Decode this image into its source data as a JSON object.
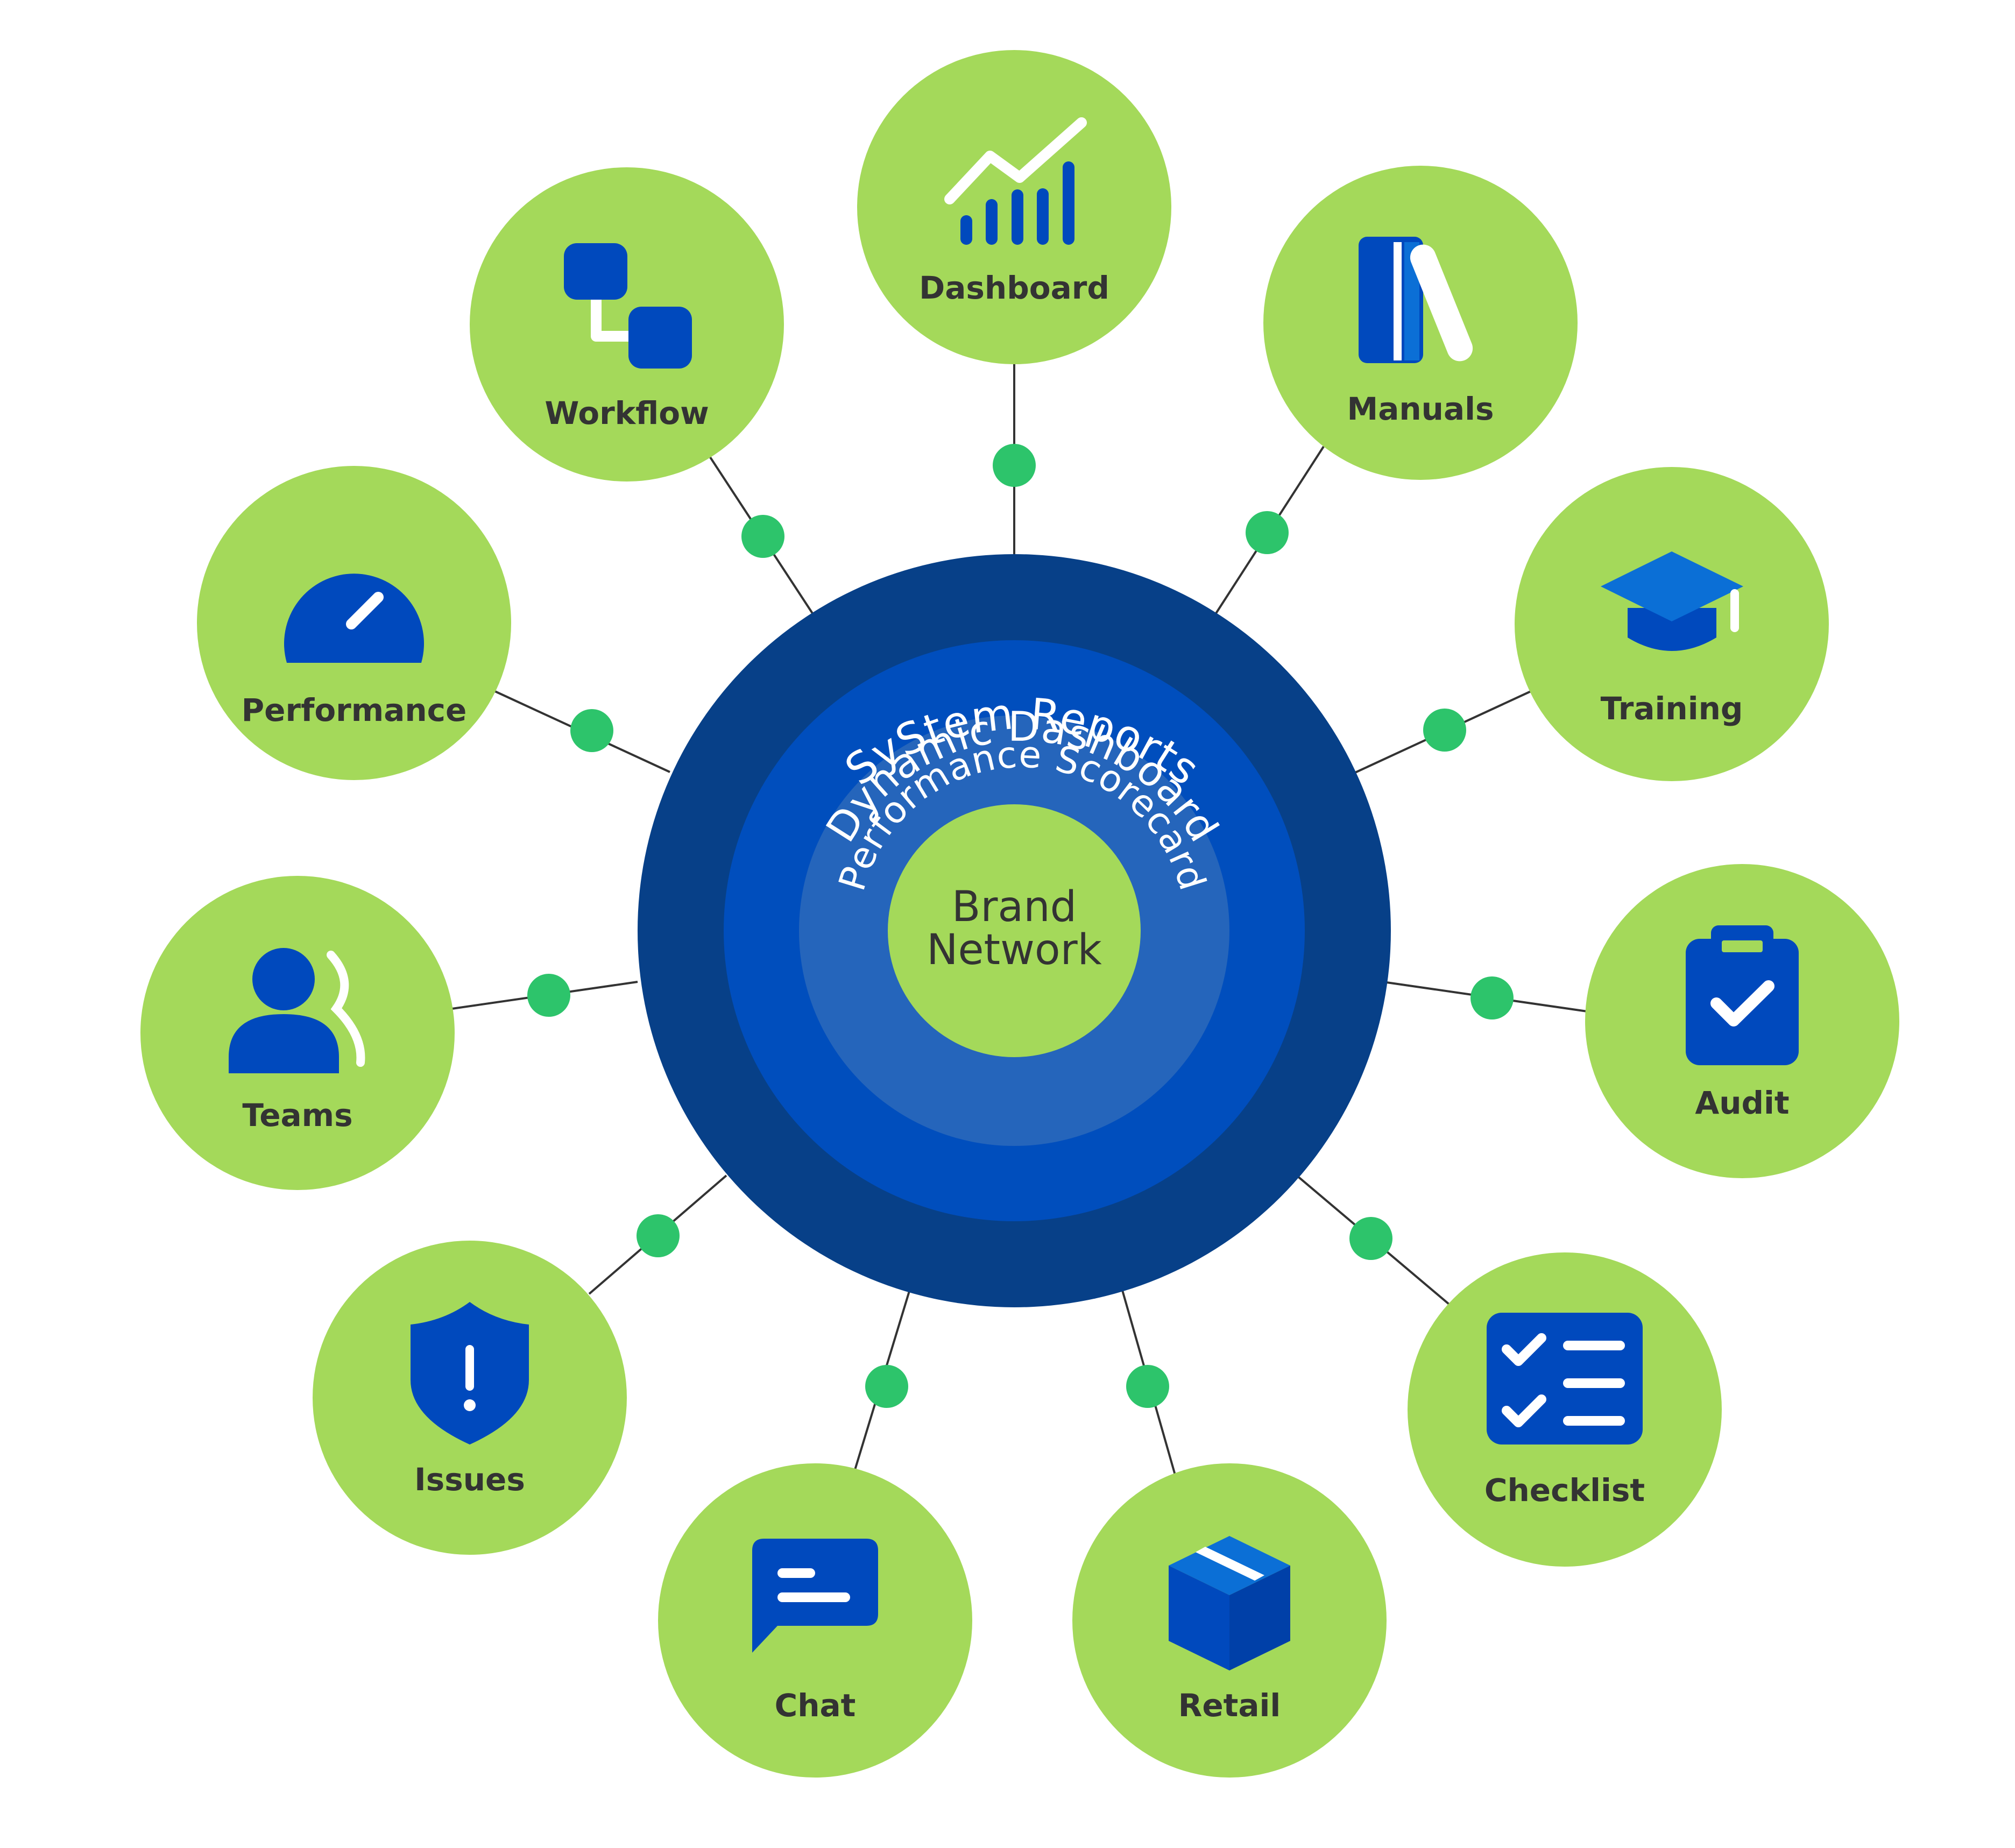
{
  "diagram": {
    "center": {
      "line1": "Brand",
      "line2": "Network"
    },
    "rings": {
      "outer": "SyStem Reports",
      "middle": "Dynamic Dashboard",
      "inner": "Performance Scorecard"
    },
    "nodes": {
      "dashboard": "Dashboard",
      "manuals": "Manuals",
      "training": "Training",
      "audit": "Audit",
      "checklist": "Checklist",
      "retail": "Retail",
      "chat": "Chat",
      "issues": "Issues",
      "teams": "Teams",
      "performance": "Performance",
      "workflow": "Workflow"
    },
    "colors": {
      "node_fill": "#a4d95a",
      "connector_dot": "#2dc46b",
      "outer_ring": "#074088",
      "middle_ring": "#004ebd",
      "inner_ring": "#2565bb",
      "icon": "#0049bd",
      "label": "#333333"
    }
  }
}
